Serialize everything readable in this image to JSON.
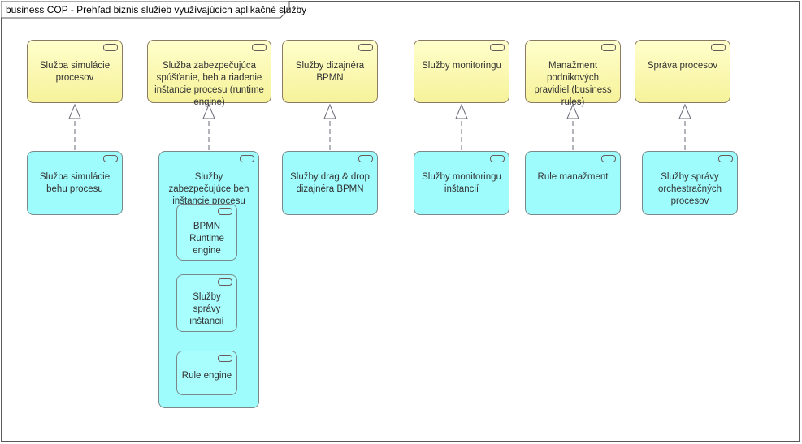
{
  "diagram": {
    "title": "business COP - Prehľad biznis služieb využívajúcich aplikačné služby"
  },
  "business_services": [
    {
      "label": "Služba simulácie procesov"
    },
    {
      "label": "Služba zabezpečujúca spúšťanie, beh a riadenie inštancie procesu (runtime engine)"
    },
    {
      "label": "Služby dizajnéra BPMN"
    },
    {
      "label": "Služby monitoringu"
    },
    {
      "label": "Manažment podnikových pravidiel (business rules)"
    },
    {
      "label": "Správa procesov"
    }
  ],
  "application_services": [
    {
      "label": "Služba simulácie behu procesu"
    },
    {
      "label": "Služby zabezpečujúce beh inštancie procesu"
    },
    {
      "label": "Služby drag & drop dizajnéra BPMN"
    },
    {
      "label": "Služby monitoringu inštancií"
    },
    {
      "label": "Rule manažment"
    },
    {
      "label": "Služby správy orchestračných procesov"
    }
  ],
  "nested_services": [
    {
      "label": "BPMN Runtime engine"
    },
    {
      "label": "Služby správy inštancií"
    },
    {
      "label": "Rule engine"
    }
  ],
  "colors": {
    "business_service": "#f6f29a",
    "application_service": "#9ffcfc",
    "border": "#8a6a6a"
  }
}
